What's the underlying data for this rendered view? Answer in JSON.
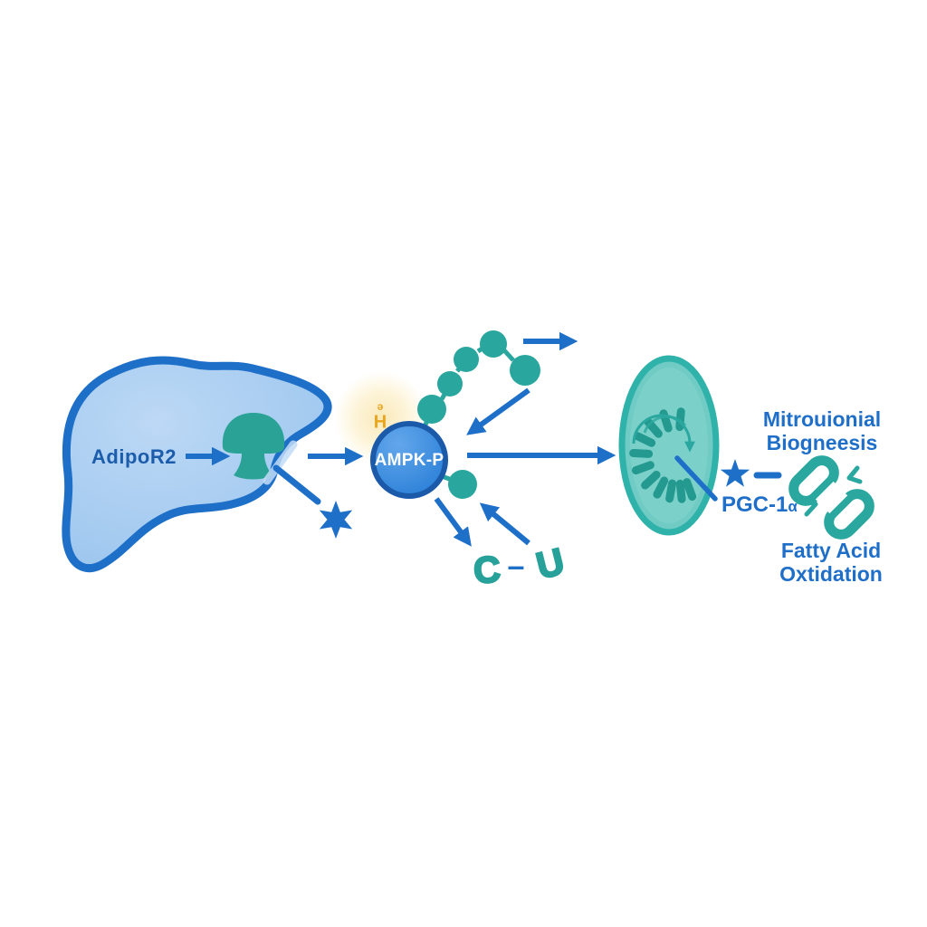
{
  "labels": {
    "receptor": "AdipoR2",
    "kinase": "AMPK-P",
    "glow_superscript": "ə",
    "glow_main": "H",
    "metabolite_left": "C",
    "metabolite_dash": "–",
    "metabolite_right": "U",
    "biogenesis_line1": "Mitrouionial",
    "biogenesis_line2": "Biogneesis",
    "factor": "PGC-1",
    "factor_alpha": "α",
    "oxidation_line1": "Fatty Acid",
    "oxidation_line2": "Oxtidation"
  },
  "colors": {
    "arrow_blue": "#1e6fc8",
    "text_blue": "#1f6fc9",
    "cell_fill": "#a8cdf0",
    "cell_border": "#1e6fc8",
    "kinase_fill": "#2e83da",
    "kinase_border": "#1a5aa8",
    "teal": "#29a69d",
    "mito_fill": "#6fcbc4",
    "mito_border": "#2fb2a9",
    "amber": "#e9a51d",
    "glow": "#fcf0cb"
  },
  "icons": {
    "receptor_icon": "mushroom-receptor-icon",
    "burst_icon": "six-point-star-icon",
    "mitochondrion_icon": "mitochondrion-icon",
    "pgc1_icon": "five-point-star-icon",
    "chain_icon": "broken-chain-link-icon"
  }
}
